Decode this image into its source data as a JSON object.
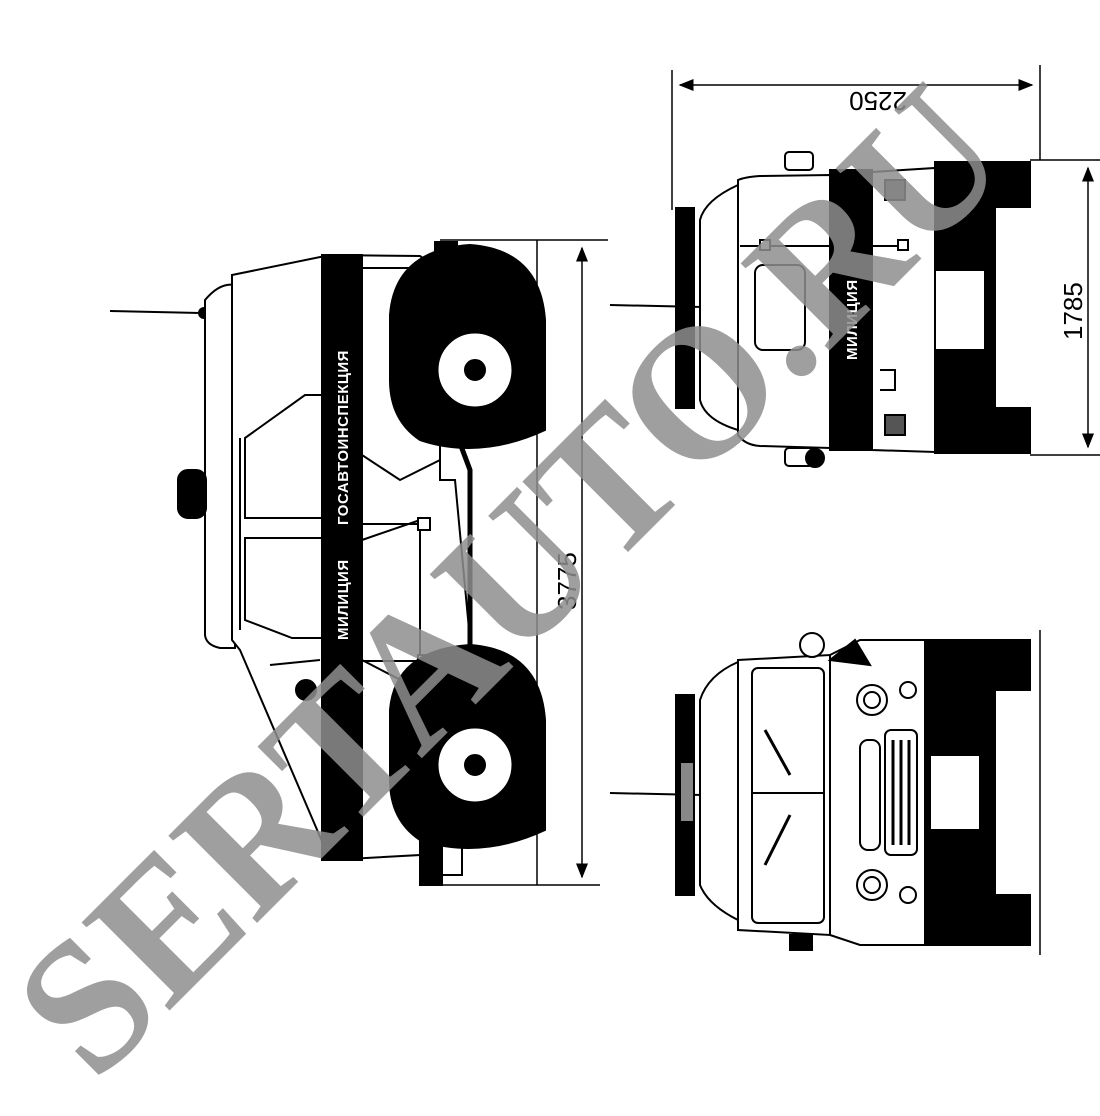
{
  "dimensions": {
    "length": "3775",
    "width": "2250",
    "height": "1785"
  },
  "labels": {
    "side_band_1": "МИЛИЦИЯ",
    "side_band_2": "ГОСАВТОИНСПЕКЦИЯ",
    "rear_band": "МИЛИЦИЯ"
  },
  "watermark": "SERTAUTO.RU",
  "colors": {
    "line": "#000000",
    "watermark": "#8f8f8f",
    "background": "#ffffff"
  }
}
